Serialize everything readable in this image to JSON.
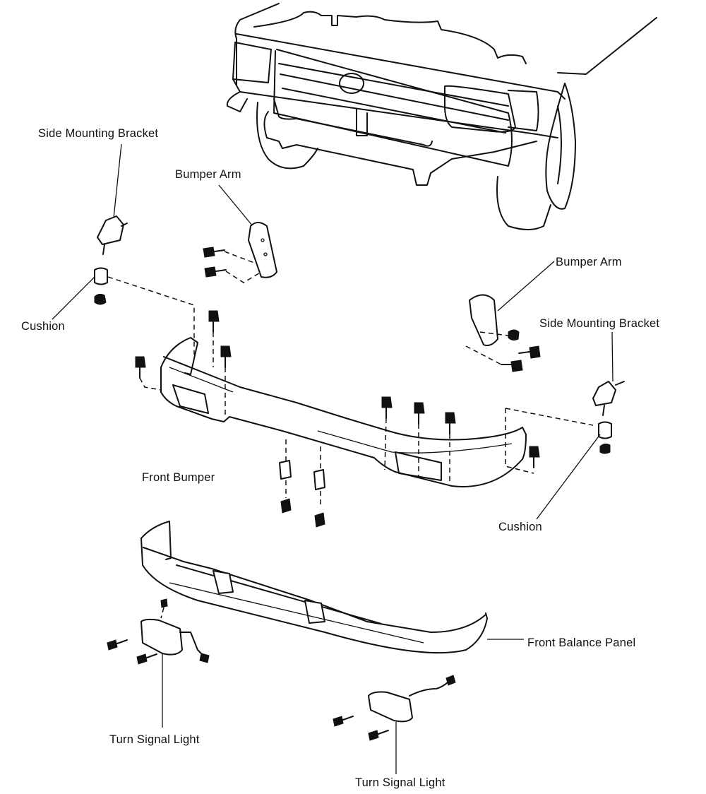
{
  "diagram": {
    "title": "Front Bumper Exploded View",
    "labels": {
      "side_mounting_bracket_left": "Side Mounting Bracket",
      "bumper_arm_left": "Bumper Arm",
      "cushion_left": "Cushion",
      "bumper_arm_right": "Bumper Arm",
      "side_mounting_bracket_right": "Side Mounting Bracket",
      "front_bumper": "Front Bumper",
      "cushion_right": "Cushion",
      "front_balance_panel": "Front Balance Panel",
      "turn_signal_light_left": "Turn Signal Light",
      "turn_signal_light_right": "Turn Signal Light"
    },
    "parts": [
      "vehicle-front",
      "side-mounting-bracket",
      "bumper-arm",
      "cushion",
      "front-bumper",
      "front-balance-panel",
      "turn-signal-light",
      "bolt",
      "nut",
      "screw",
      "clip"
    ]
  }
}
